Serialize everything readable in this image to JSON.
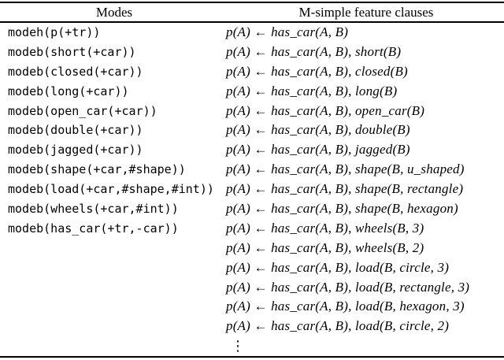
{
  "colors": {
    "background": "#ffffff",
    "text": "#000000",
    "rule": "#000000"
  },
  "table": {
    "headers": {
      "modes": "Modes",
      "clauses": "M-simple feature clauses"
    },
    "rows": [
      {
        "mode": "modeh(p(+tr))",
        "clause": "p(A) ← has_car(A, B)"
      },
      {
        "mode": "modeb(short(+car))",
        "clause": "p(A) ← has_car(A, B), short(B)"
      },
      {
        "mode": "modeb(closed(+car))",
        "clause": "p(A) ← has_car(A, B), closed(B)"
      },
      {
        "mode": "modeb(long(+car))",
        "clause": "p(A) ← has_car(A, B), long(B)"
      },
      {
        "mode": "modeb(open_car(+car))",
        "clause": "p(A) ← has_car(A, B), open_car(B)"
      },
      {
        "mode": "modeb(double(+car))",
        "clause": "p(A) ← has_car(A, B), double(B)"
      },
      {
        "mode": "modeb(jagged(+car))",
        "clause": "p(A) ← has_car(A, B), jagged(B)"
      },
      {
        "mode": "modeb(shape(+car,#shape))",
        "clause": "p(A) ← has_car(A, B), shape(B, u_shaped)"
      },
      {
        "mode": "modeb(load(+car,#shape,#int))",
        "clause": "p(A) ← has_car(A, B), shape(B, rectangle)"
      },
      {
        "mode": "modeb(wheels(+car,#int))",
        "clause": "p(A) ← has_car(A, B), shape(B, hexagon)"
      },
      {
        "mode": "modeb(has_car(+tr,-car))",
        "clause": "p(A) ← has_car(A, B), wheels(B, 3)"
      },
      {
        "mode": "",
        "clause": "p(A) ← has_car(A, B), wheels(B, 2)"
      },
      {
        "mode": "",
        "clause": "p(A) ← has_car(A, B), load(B, circle, 3)"
      },
      {
        "mode": "",
        "clause": "p(A) ← has_car(A, B), load(B, rectangle, 3)"
      },
      {
        "mode": "",
        "clause": "p(A) ← has_car(A, B), load(B, hexagon, 3)"
      },
      {
        "mode": "",
        "clause": "p(A) ← has_car(A, B), load(B, circle, 2)"
      },
      {
        "mode": "",
        "clause": "⋮"
      }
    ]
  }
}
